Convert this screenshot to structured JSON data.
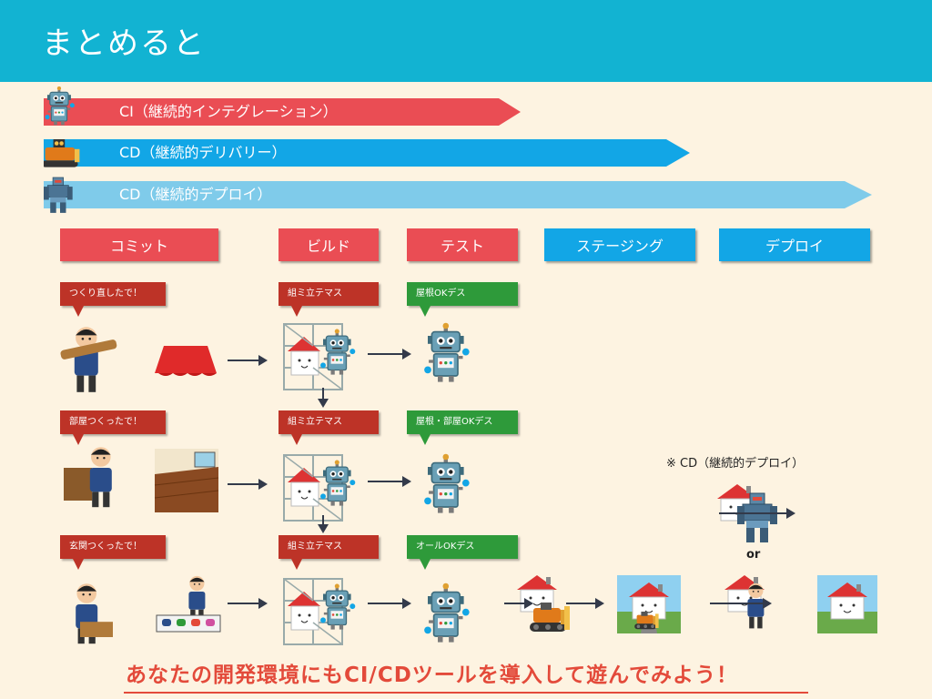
{
  "header": {
    "title": "まとめると"
  },
  "banners": [
    {
      "label": "CI（継続的インテグレーション）",
      "color": "#ea4d54"
    },
    {
      "label": "CD（継続的デリバリー）",
      "color": "#12a6e6"
    },
    {
      "label": "CD（継続的デプロイ）",
      "color": "#7fcbea"
    }
  ],
  "stages": [
    "コミット",
    "ビルド",
    "テスト",
    "ステージング",
    "デプロイ"
  ],
  "rows": [
    {
      "commit_bubble": "つくり直したで！",
      "build_bubble": "組ミ立テマス",
      "test_bubble": "屋根OKデス"
    },
    {
      "commit_bubble": "部屋つくったで！",
      "build_bubble": "組ミ立テマス",
      "test_bubble": "屋根・部屋OKデス"
    },
    {
      "commit_bubble": "玄関つくったで！",
      "build_bubble": "組ミ立テマス",
      "test_bubble": "オールOKデス"
    }
  ],
  "note": "※ CD（継続的デプロイ）",
  "or_label": "or",
  "footer": {
    "message": "あなたの開発環境にもCI/CDツールを導入して遊んでみよう！"
  },
  "colors": {
    "header": "#12b3d2",
    "background": "#fdf3e1",
    "stage_red": "#ea4d54",
    "stage_blue": "#12a6e6",
    "bubble_red": "#bd3327",
    "bubble_green": "#2e9a3a",
    "accent_text": "#e34a3a"
  }
}
